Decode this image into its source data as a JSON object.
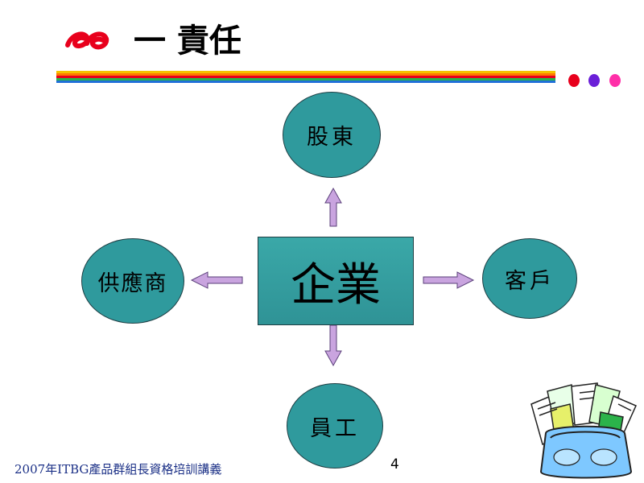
{
  "header": {
    "title": "一  責任"
  },
  "diagram": {
    "center": {
      "label": "企業"
    },
    "top": {
      "label": "股東"
    },
    "left": {
      "label": "供應商"
    },
    "right": {
      "label": "客戶"
    },
    "bottom": {
      "label": "員工"
    }
  },
  "footer": {
    "text": "2007年ITBG產品群組長資格培訓講義",
    "page_number": "4"
  },
  "colors": {
    "node_fill": "#2f9a9d",
    "arrow_fill": "#c9a4df",
    "title_logo": "#e8001c",
    "footer_text": "#1a2f86"
  },
  "icons": [
    "title-logo-icon",
    "decorative-dots",
    "folder-clipart-icon"
  ]
}
